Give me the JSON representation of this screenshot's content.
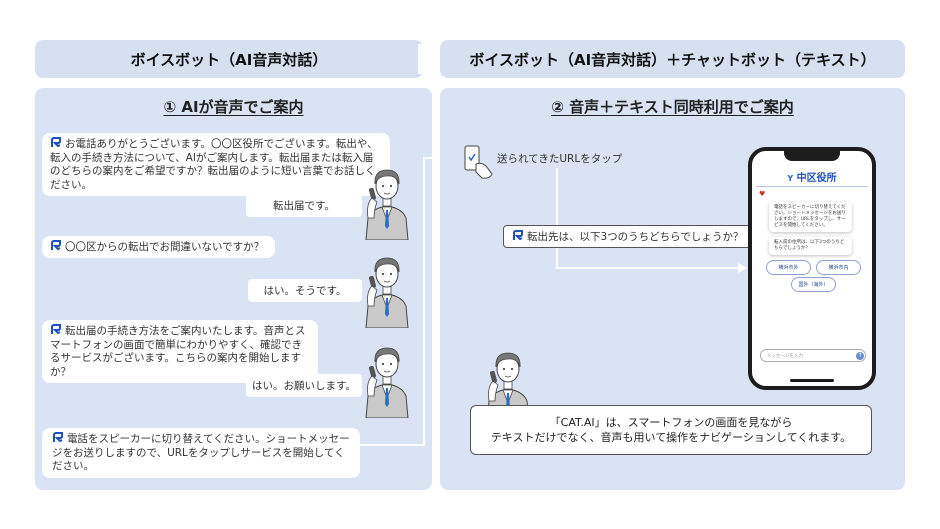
{
  "headers": {
    "left": "ボイスボット（AI音声対話）",
    "right": "ボイスボット（AI音声対話）＋チャットボット（テキスト）"
  },
  "left_panel": {
    "title": "①  AIが音声でご案内",
    "messages": [
      {
        "role": "bot",
        "text": "お電話ありがとうございます。〇〇区役所でございます。転出や、転入の手続き方法について、AIがご案内します。転出届または転入届のどちらの案内をご希望ですか？転出届のように短い言葉でお話しください。"
      },
      {
        "role": "user",
        "text": "転出届です。"
      },
      {
        "role": "bot",
        "text": "〇〇区からの転出でお間違いないですか？"
      },
      {
        "role": "user",
        "text": "はい。そうです。"
      },
      {
        "role": "bot",
        "text": "転出届の手続き方法をご案内いたします。音声とスマートフォンの画面で簡単にわかりやすく、確認できるサービスがございます。こちらの案内を開始しますか？"
      },
      {
        "role": "user",
        "text": "はい。お願いします。"
      },
      {
        "role": "bot",
        "text": "電話をスピーカーに切り替えてください。ショートメッセージをお送りしますので、URLをタップしサービスを開始してください。"
      }
    ]
  },
  "right_panel": {
    "title": "②  音声＋テキスト同時利用でご案内",
    "tap_label": "送られてきたURLをタップ",
    "question_bubble": "転出先は、以下3つのうちどちらでしょうか？",
    "caption_line1": "「CAT.AI」は、スマートフォンの画面を見ながら",
    "caption_line2": "テキストだけでなく、音声も用いて操作をナビゲーションしてくれます。",
    "phone": {
      "title": "中区役所",
      "msg1": "電話をスピーカーに切り替えてください。ショートメッセージをお送りしますので、URLをタップし、サービスを開始してください。",
      "msg2": "転入前の住所は、以下3つのうちどちらでしょうか？",
      "options": [
        "横浜市外",
        "横浜市内",
        "国外（海外）"
      ],
      "input_placeholder": "メッセージを入力"
    }
  },
  "colors": {
    "panel": "#dae3f3",
    "header": "#d7e0f1",
    "accent": "#1f4fbf",
    "tie": "#2b6cc4"
  }
}
